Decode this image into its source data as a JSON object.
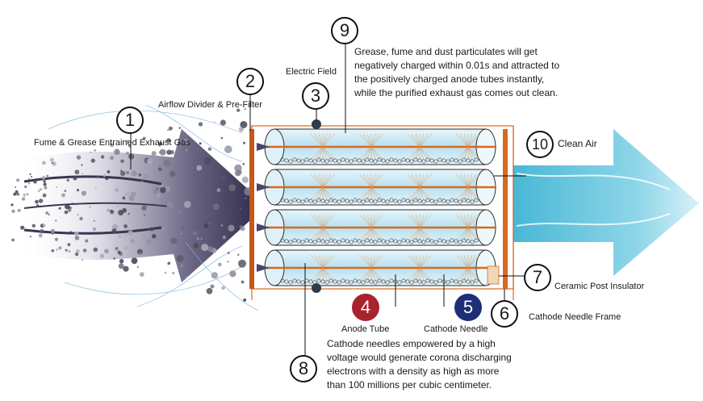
{
  "labels": {
    "exhaust": "Fume & Grease Entrained Exhaust Gas",
    "prefilter": "Airflow Divider & Pre-Filter",
    "electric_field": "Electric Field",
    "clean_air": "Clean Air",
    "ceramic": "Ceramic Post Insulator",
    "needle_frame": "Cathode Needle Frame",
    "anode_tube": "Anode Tube",
    "cathode_needle": "Cathode Needle"
  },
  "numbers": {
    "n1": "1",
    "n2": "2",
    "n3": "3",
    "n4": "4",
    "n5": "5",
    "n6": "6",
    "n7": "7",
    "n8": "8",
    "n9": "9",
    "n10": "10"
  },
  "descriptions": {
    "d9": [
      "Grease, fume and dust particulates will get",
      "negatively charged within 0.01s and attracted to",
      "the positively charged anode tubes instantly,",
      "while the purified exhaust gas comes out clean."
    ],
    "d8": [
      "Cathode needles empowered by a high",
      "voltage would generate corona discharging",
      "electrons with a density as high as more",
      "than 100 millions per cubic centimeter."
    ]
  },
  "colors": {
    "frame": "#d8691f",
    "dark_arrow": "#2a2545",
    "clean_arrow": "#5cc3dd",
    "anode_red": "#a8232e",
    "cathode_blue": "#1e2f78"
  }
}
